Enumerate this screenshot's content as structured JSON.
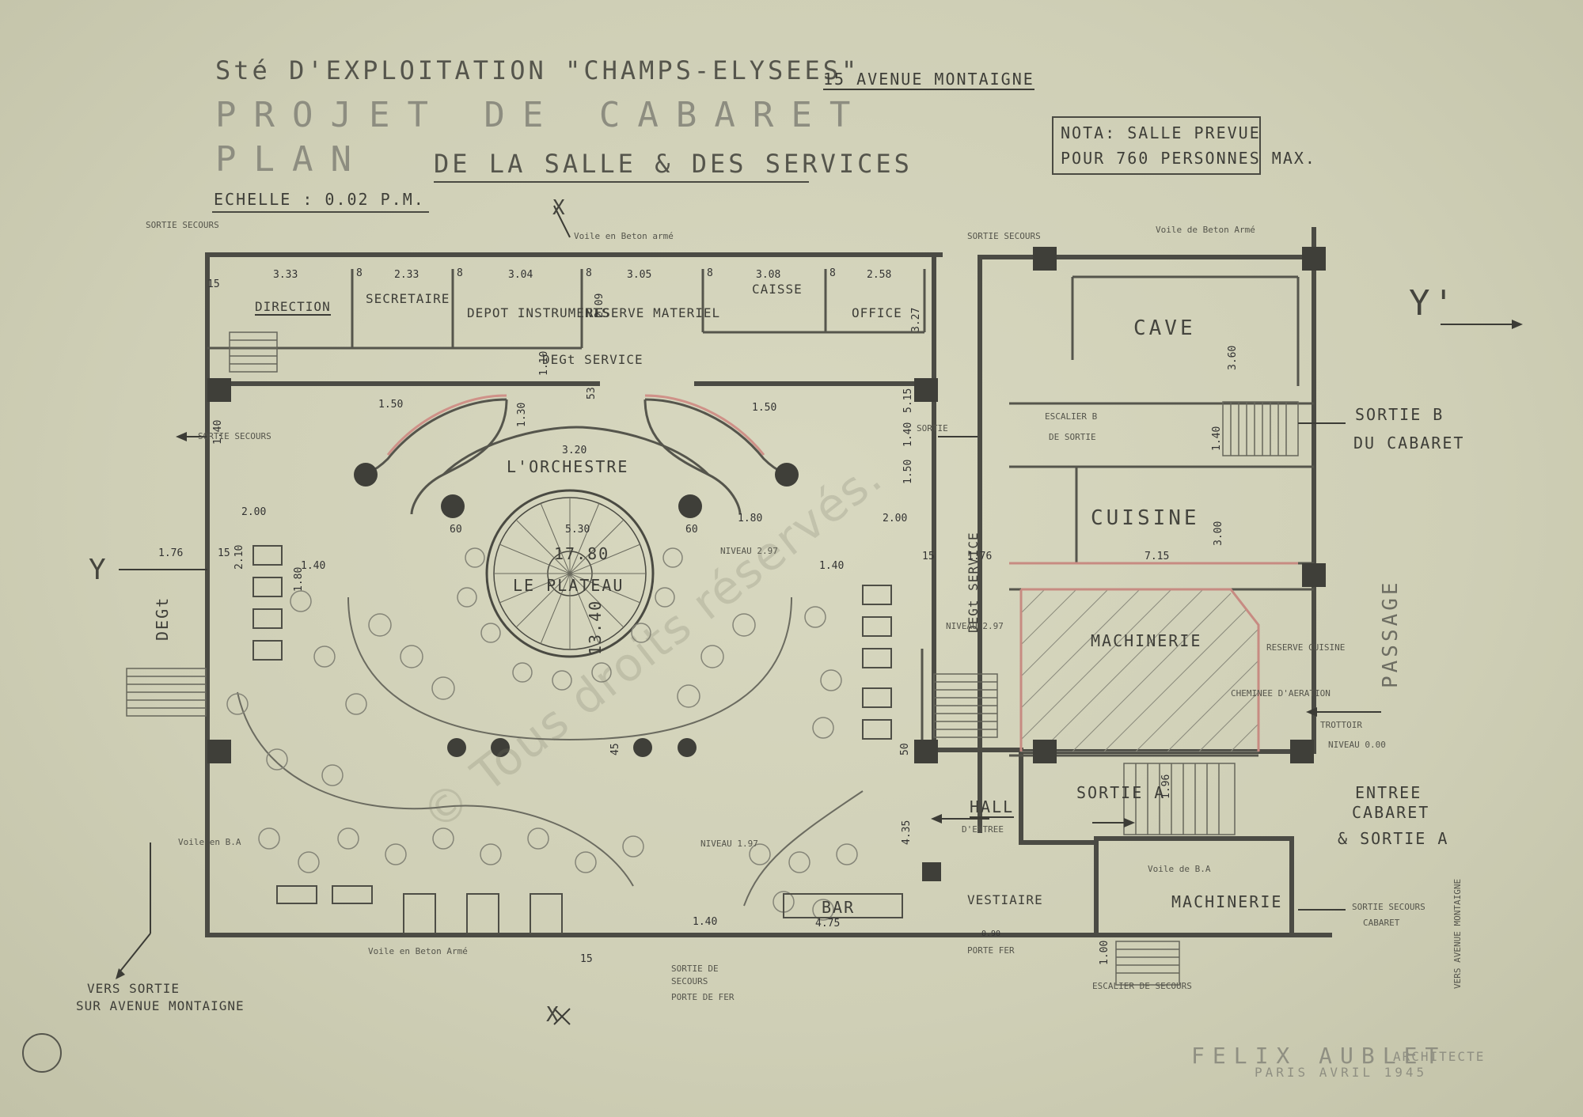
{
  "title": {
    "line1": "Sté D'EXPLOITATION \"CHAMPS-ELYSEES\"",
    "address": "15 AVENUE MONTAIGNE",
    "line2": "PROJET DE CABARET",
    "line3_a": "PLAN",
    "line3_b": "DE LA SALLE & DES SERVICES",
    "scale": "ECHELLE : 0.02 P.M."
  },
  "note": {
    "line1": "NOTA: SALLE PREVUE",
    "line2": "POUR 760 PERSONNES MAX."
  },
  "rooms": {
    "direction": "DIRECTION",
    "secretaire": "SECRETAIRE",
    "depot": "DEPOT INSTRUMENTS",
    "reserve": "RESERVE MATERIEL",
    "caisse": "CAISSE",
    "office": "OFFICE",
    "cave": "CAVE",
    "cuisine": "CUISINE",
    "machinerie1": "MACHINERIE",
    "machinerie2": "MACHINERIE",
    "orchestre": "L'ORCHESTRE",
    "plateau": "LE PLATEAU",
    "bar": "BAR",
    "vestiaire": "VESTIAIRE",
    "hall": "HALL",
    "hall_sub": "D'ENTREE",
    "deg_service_top": "DEGt SERVICE",
    "deg_service_vert": "DEGt SERVICE",
    "deg_left": "DEGt",
    "passage": "PASSAGE",
    "escalier_b": "ESCALIER B",
    "escalier_b_sub": "DE SORTIE",
    "reserve_cuisine": "RESERVE CUISINE",
    "cheminee": "CHEMINEE D'AERATION",
    "escalier_secours": "ESCALIER DE SECOURS",
    "porte_fer": "PORTE FER"
  },
  "exits": {
    "sortie_secours_tl": "SORTIE SECOURS",
    "sortie_secours_top": "SORTIE SECOURS",
    "sortie_secours_left": "SORTIE SECOURS",
    "sortie_right_small": "SORTIE",
    "sortie_b1": "SORTIE B",
    "sortie_b2": "DU CABARET",
    "entree1": "ENTREE",
    "entree2": "CABARET",
    "entree3": "& SORTIE A",
    "sortie_a": "SORTIE A",
    "sortie_secours_cabaret1": "SORTIE SECOURS",
    "sortie_secours_cabaret2": "CABARET",
    "sortie_de_secours1": "SORTIE DE",
    "sortie_de_secours2": "SECOURS",
    "porte_de_fer": "PORTE DE FER",
    "vers_sortie1": "VERS SORTIE",
    "vers_sortie2": "SUR AVENUE MONTAIGNE",
    "vers_avenue": "VERS AVENUE MONTAIGNE"
  },
  "notes": {
    "voile_top": "Voile en Beton armé",
    "voile_right": "Voile de Beton Armé",
    "voile_bottom": "Voile en Beton Armé",
    "voile_ba": "Voile de B.A",
    "voile_left": "Voile en B.A",
    "trottoir": "TROTTOIR",
    "niveau1": "NIVEAU 2.97",
    "niveau2": "NIVEAU 2.97",
    "niveau3": "NIVEAU 1.97",
    "niveau4": "NIVEAU 0.00"
  },
  "dimensions": {
    "d333": "3.33",
    "d233": "2.33",
    "d304": "3.04",
    "d305": "3.05",
    "d308": "3.08",
    "d258": "2.58",
    "d15a": "15",
    "d8a": "8",
    "d8b": "8",
    "d8c": "8",
    "d8d": "8",
    "d8e": "8",
    "d209": "2.09",
    "d327": "3.27",
    "d150a": "1.50",
    "d150b": "1.50",
    "d130": "1.30",
    "d320": "3.20",
    "d110": "1.10",
    "d53": "53",
    "d515": "5.15",
    "d140a": "1.40",
    "d140b": "1.40",
    "d140c": "1.40",
    "d140d": "1.40",
    "d140e": "1.40",
    "d200a": "2.00",
    "d200b": "2.00",
    "d176a": "1.76",
    "d176b": "1.76",
    "d15b": "15",
    "d15c": "15",
    "d15d": "15",
    "d60a": "60",
    "d60b": "60",
    "d530": "5.30",
    "d1780": "17.80",
    "d1340": "13.40",
    "d180a": "1.80",
    "d180b": "1.80",
    "d210": "2.10",
    "d360": "3.60",
    "d715": "7.15",
    "d300": "3.00",
    "d196": "1.96",
    "d435": "4.35",
    "d140f": "1.40",
    "d475": "4.75",
    "d090": "0.90",
    "d100": "1.00",
    "d50": "50",
    "d150c": "1.50",
    "d45": "45"
  },
  "sections": {
    "x_top": "X",
    "x_bottom": "X",
    "y_left": "Y",
    "y_right": "Y'"
  },
  "signature": {
    "architect": "FELIX AUBLET",
    "title": "ARCHITECTE",
    "place_date": "PARIS AVRIL 1945"
  },
  "watermark": "© Tous droits réservés."
}
